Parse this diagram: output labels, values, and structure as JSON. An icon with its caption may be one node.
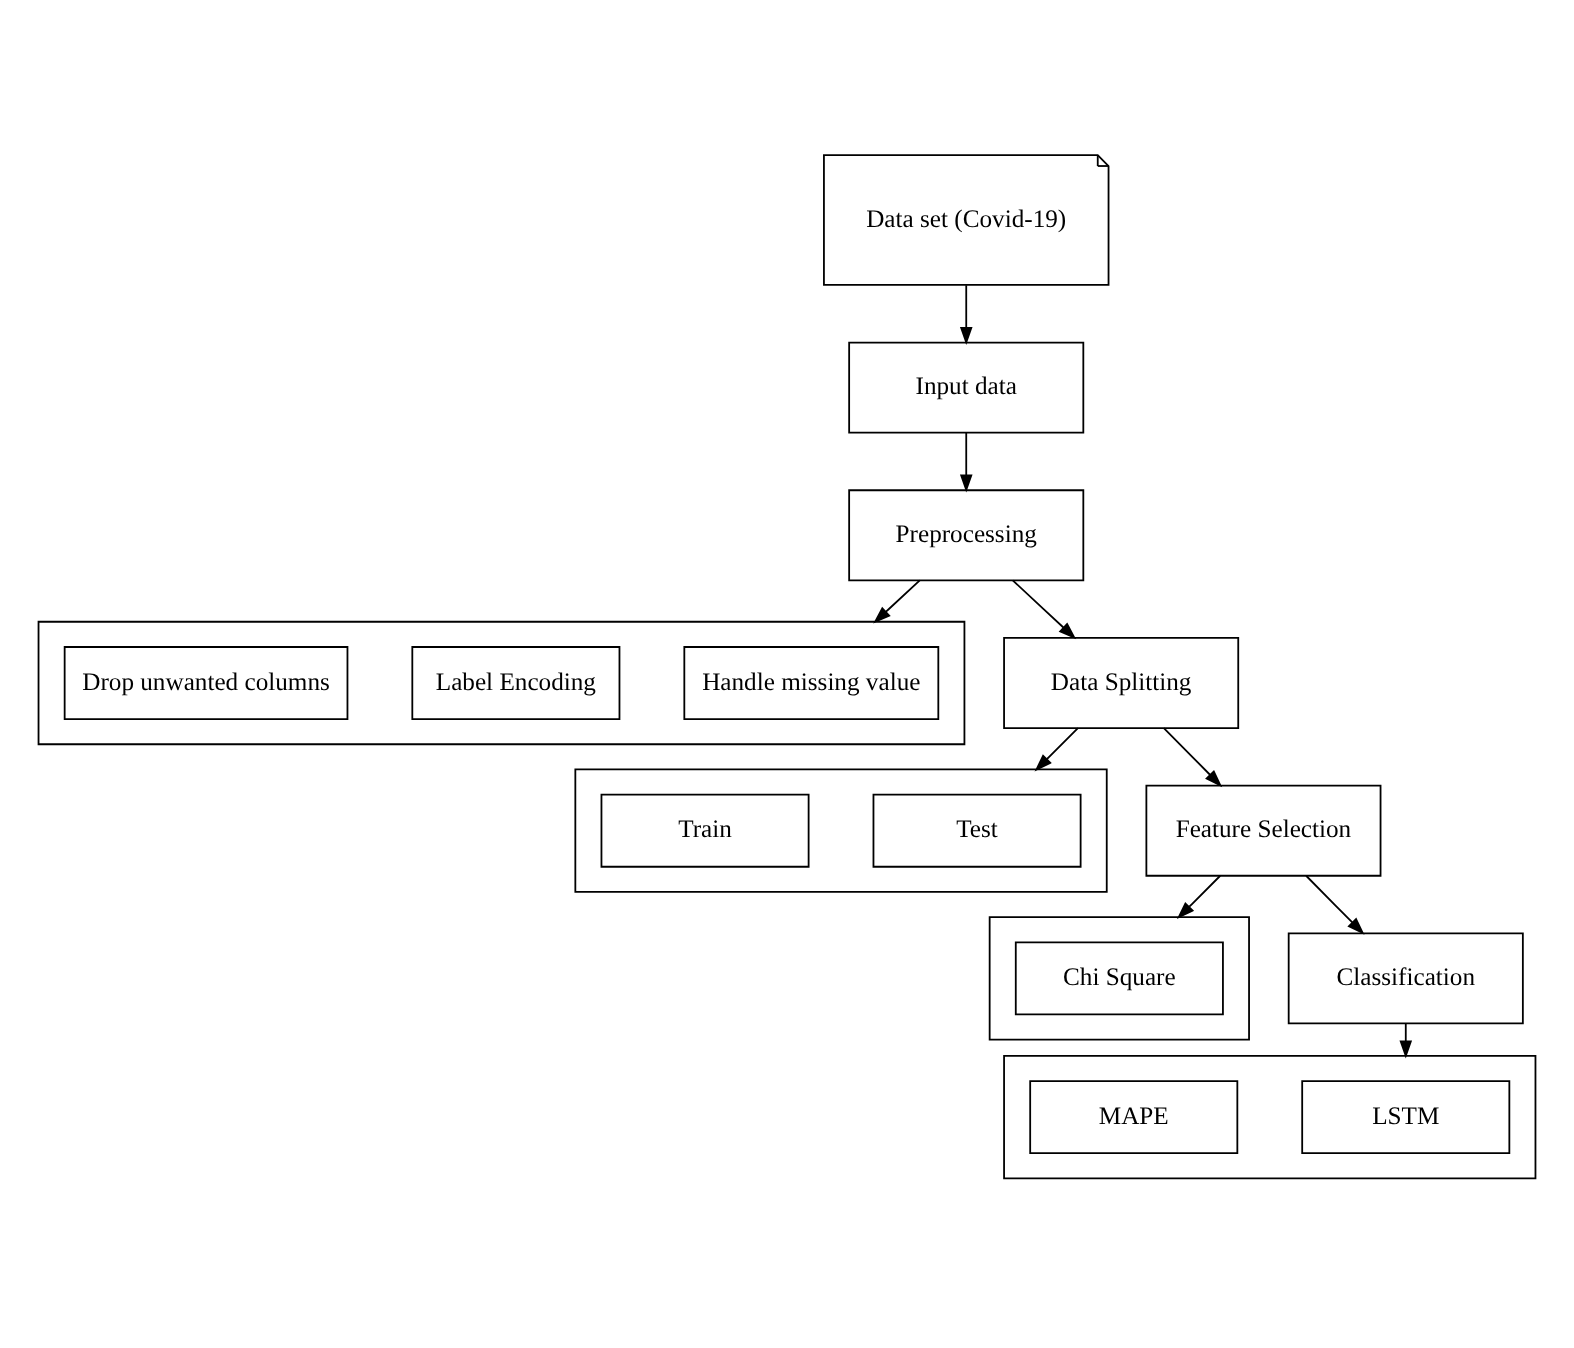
{
  "diagram": {
    "nodes": [
      {
        "text": [
          "Data set (Covid-19)"
        ]
      },
      {
        "text": [
          "Input data"
        ]
      },
      {
        "text": [
          "Preprocessing"
        ]
      },
      {
        "text": [],
        "shape": "box"
      },
      {
        "text": [
          "Handle missing value"
        ],
        "in": 3
      },
      {
        "text": [
          "Label Encoding"
        ],
        "in": 3
      },
      {
        "text": [
          "Drop unwanted columns"
        ],
        "in": 3
      },
      {
        "text": [
          "Data Splitting"
        ]
      },
      {
        "text": [],
        "shape": "box"
      },
      {
        "text": [
          "Test"
        ],
        "in": 8
      },
      {
        "text": [
          "Train"
        ],
        "in": 8
      },
      {
        "text": [
          "Feature Selection"
        ]
      },
      {
        "text": [],
        "shape": "box"
      },
      {
        "text": [
          "Chi Square"
        ],
        "in": 12
      },
      {
        "text": [
          "Classification"
        ]
      },
      {
        "text": [],
        "shape": "box"
      },
      {
        "text": [
          "LSTM"
        ],
        "in": 15
      },
      {
        "text": [
          "MAPE"
        ],
        "in": 15
      }
    ],
    "edges": [
      {
        "from": 0,
        "to": 1,
        "arrow": "to"
      },
      {
        "from": 1,
        "to": 2,
        "arrow": "to"
      },
      {
        "from": 2,
        "to": 3,
        "arrow": "to"
      },
      {
        "from": 2,
        "to": 7,
        "arrow": "to"
      },
      {
        "from": 7,
        "to": 8,
        "arrow": "to"
      },
      {
        "from": 7,
        "to": 11,
        "arrow": "to"
      },
      {
        "from": 11,
        "to": 12,
        "arrow": "to"
      },
      {
        "from": 11,
        "to": 14,
        "arrow": "to"
      },
      {
        "from": 14,
        "to": 15,
        "arrow": "to"
      }
    ]
  }
}
